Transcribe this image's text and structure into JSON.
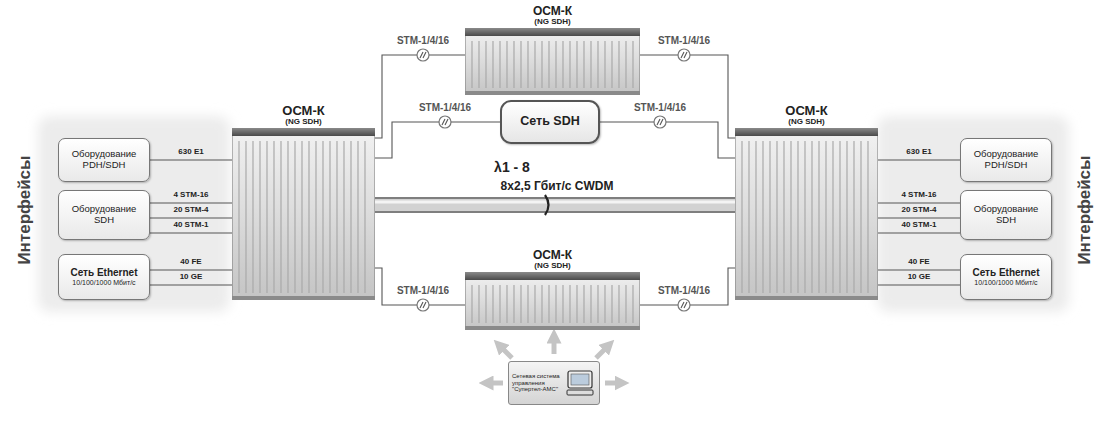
{
  "diagram": {
    "nodes": [
      {
        "text": [
          "Оборудование PDH/SDH"
        ]
      },
      {
        "text": [
          "Оборудование SDH"
        ]
      },
      {
        "text": [
          "Сеть Ethernet",
          "10/100/1000 Мбит/с"
        ]
      },
      {
        "text": [
          "ОСМ-К",
          "(NG SDH)"
        ]
      },
      {
        "text": [
          "ОСМ-К",
          "(NG SDH)"
        ]
      },
      {
        "text": [
          "Сеть SDH"
        ]
      },
      {
        "text": [
          "ОСМ-К",
          "(NG SDH)"
        ]
      },
      {
        "text": [
          "ОСМ-К",
          "(NG SDH)"
        ]
      },
      {
        "text": [
          "Оборудование PDH/SDH"
        ]
      },
      {
        "text": [
          "Оборудование SDH"
        ]
      },
      {
        "text": [
          "Сеть Ethernet",
          "10/100/1000 Мбит/с"
        ]
      },
      {
        "text": [
          "Сетевая система управления \"Супертел-АМС\""
        ]
      }
    ],
    "edges": [
      {
        "from": 0,
        "to": 3,
        "label": "630 E1",
        "arrow": "none"
      },
      {
        "from": 1,
        "to": 3,
        "label": "4 STM-16",
        "arrow": "none"
      },
      {
        "from": 1,
        "to": 3,
        "label": "20 STM-4",
        "arrow": "none"
      },
      {
        "from": 1,
        "to": 3,
        "label": "40 STM-1",
        "arrow": "none"
      },
      {
        "from": 2,
        "to": 3,
        "label": "40 FE",
        "arrow": "none"
      },
      {
        "from": 2,
        "to": 3,
        "label": "10 GE",
        "arrow": "none"
      },
      {
        "from": 3,
        "to": 4,
        "label": "STM-1/4/16",
        "arrow": "none"
      },
      {
        "from": 4,
        "to": 7,
        "label": "STM-1/4/16",
        "arrow": "none"
      },
      {
        "from": 3,
        "to": 5,
        "label": "STM-1/4/16",
        "arrow": "none"
      },
      {
        "from": 5,
        "to": 7,
        "label": "STM-1/4/16",
        "arrow": "none"
      },
      {
        "from": 3,
        "to": 7,
        "label": "8x2,5 Гбит/с CWDM",
        "arrow": "none"
      },
      {
        "from": 3,
        "to": 6,
        "label": "STM-1/4/16",
        "arrow": "none"
      },
      {
        "from": 6,
        "to": 7,
        "label": "STM-1/4/16",
        "arrow": "none"
      },
      {
        "from": 8,
        "to": 7,
        "label": "630 E1",
        "arrow": "none"
      },
      {
        "from": 9,
        "to": 7,
        "label": "4 STM-16",
        "arrow": "none"
      },
      {
        "from": 9,
        "to": 7,
        "label": "20 STM-4",
        "arrow": "none"
      },
      {
        "from": 9,
        "to": 7,
        "label": "40 STM-1",
        "arrow": "none"
      },
      {
        "from": 10,
        "to": 7,
        "label": "40 FE",
        "arrow": "none"
      },
      {
        "from": 10,
        "to": 7,
        "label": "10 GE",
        "arrow": "none"
      }
    ],
    "labels": [
      "Интерфейсы",
      "Интерфейсы",
      "λ1 - 8"
    ]
  }
}
